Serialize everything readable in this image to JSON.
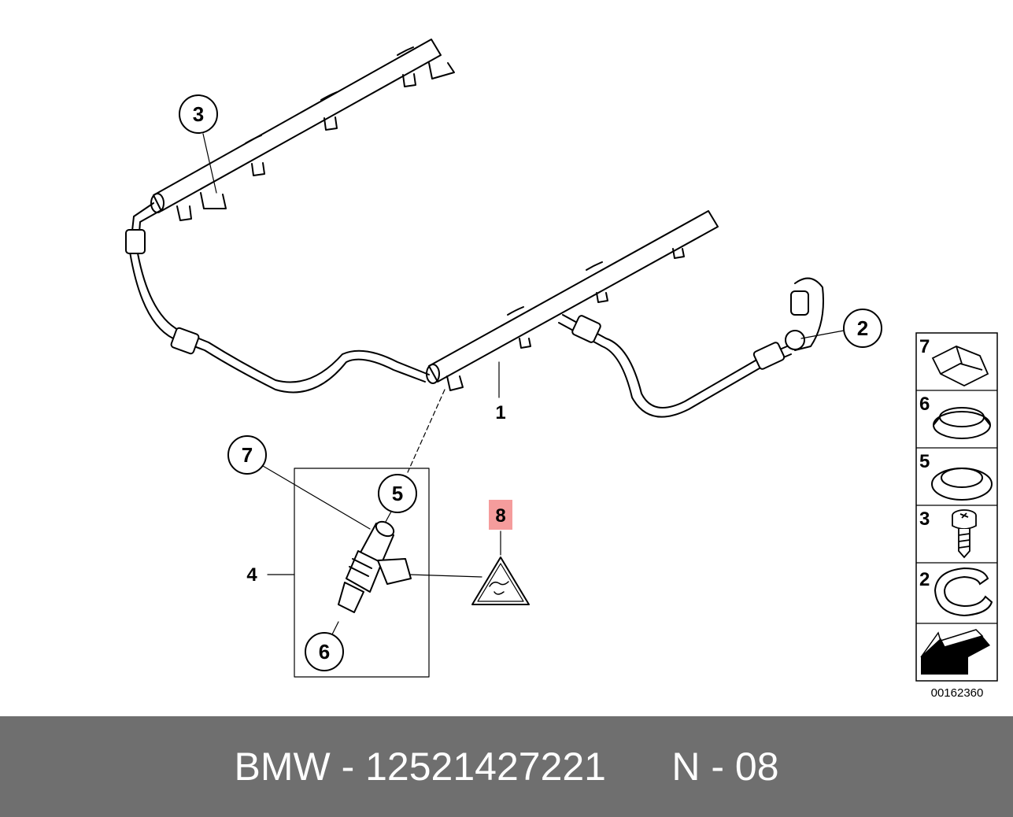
{
  "diagram": {
    "callouts": [
      {
        "label": "3"
      },
      {
        "label": "2"
      },
      {
        "label": "7"
      },
      {
        "label": "5"
      },
      {
        "label": "6"
      }
    ],
    "labels": {
      "part1": "1",
      "part4": "4",
      "part8": "8"
    },
    "highlight_color": "#f59c9c",
    "highlight_text_color": "#b00000",
    "side_panel": [
      {
        "number": "7",
        "part": "clip"
      },
      {
        "number": "6",
        "part": "o-ring"
      },
      {
        "number": "5",
        "part": "o-ring"
      },
      {
        "number": "3",
        "part": "screw"
      },
      {
        "number": "2",
        "part": "clamp"
      }
    ],
    "drawing_id": "00162360"
  },
  "footer": {
    "brand": "BMW",
    "separator": " - ",
    "part_number": "12521427221",
    "ref": "N - 08",
    "background": "#6f6f6f"
  }
}
